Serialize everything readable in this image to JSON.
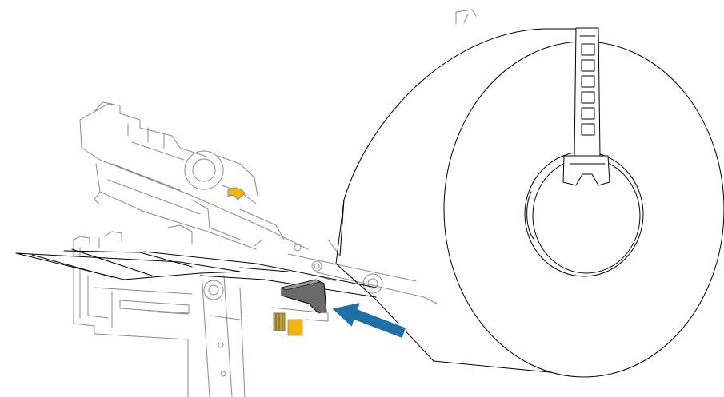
{
  "diagram": {
    "subject": "media-roll-loading",
    "colors": {
      "outline": "#000000",
      "ghost": "#8a8a8a",
      "arrow": "#1f6fa8",
      "sensor_yellow": "#f2b705",
      "media_guide": "#666666",
      "background": "#ffffff"
    },
    "icons": [
      "media-roll",
      "roll-holder",
      "printhead-assembly",
      "media-guide",
      "media-sensor",
      "insert-direction-arrow"
    ]
  }
}
